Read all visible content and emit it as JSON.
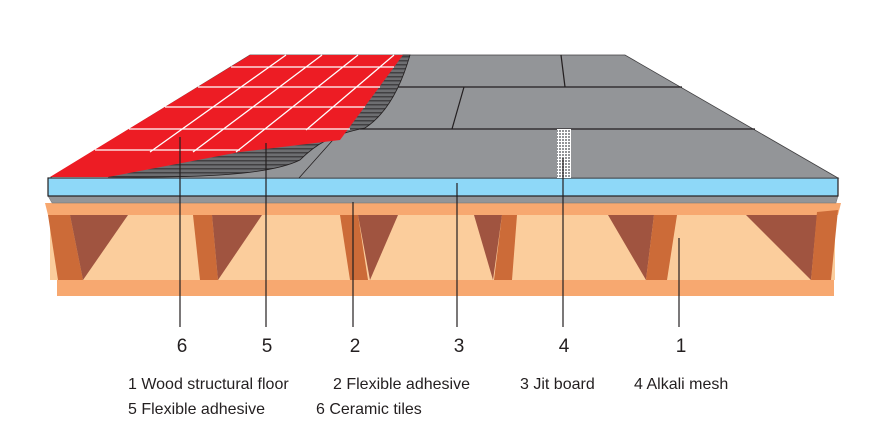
{
  "colors": {
    "tiles": "#ed1c24",
    "board_surface": "#939598",
    "jit_board": "#8ed8f8",
    "beam": "#f7a870",
    "joist_fill": "#fbcd9c",
    "post": "#cc6b38",
    "brace": "#a05440"
  },
  "callouts": [
    "6",
    "5",
    "2",
    "3",
    "4",
    "1"
  ],
  "legend": [
    "1 Wood structural floor",
    "2 Flexible adhesive",
    "3 Jit board",
    "4 Alkali mesh",
    "5 Flexible adhesive",
    "6 Ceramic tiles"
  ]
}
